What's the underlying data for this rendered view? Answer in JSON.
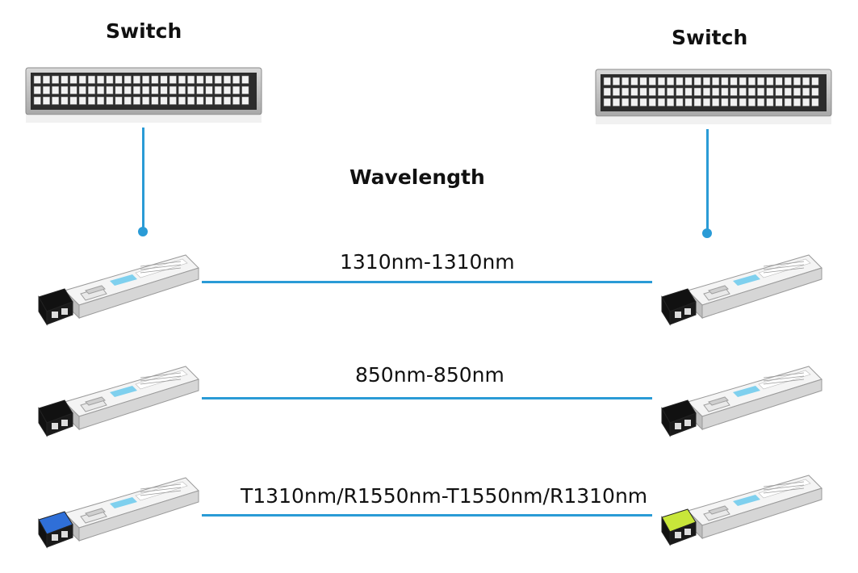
{
  "switches": {
    "left_label": "Switch",
    "right_label": "Switch"
  },
  "heading": "Wavelength",
  "links": [
    {
      "label": "1310nm-1310nm"
    },
    {
      "label": "850nm-850nm"
    },
    {
      "label": "T1310nm/R1550nm-T1550nm/R1310nm"
    }
  ],
  "colors": {
    "cable": "#2a9bd6",
    "sticker": "#7fd0ee",
    "bidi_latch_left": "#2f6fd8",
    "bidi_latch_right": "#c8e63a"
  }
}
